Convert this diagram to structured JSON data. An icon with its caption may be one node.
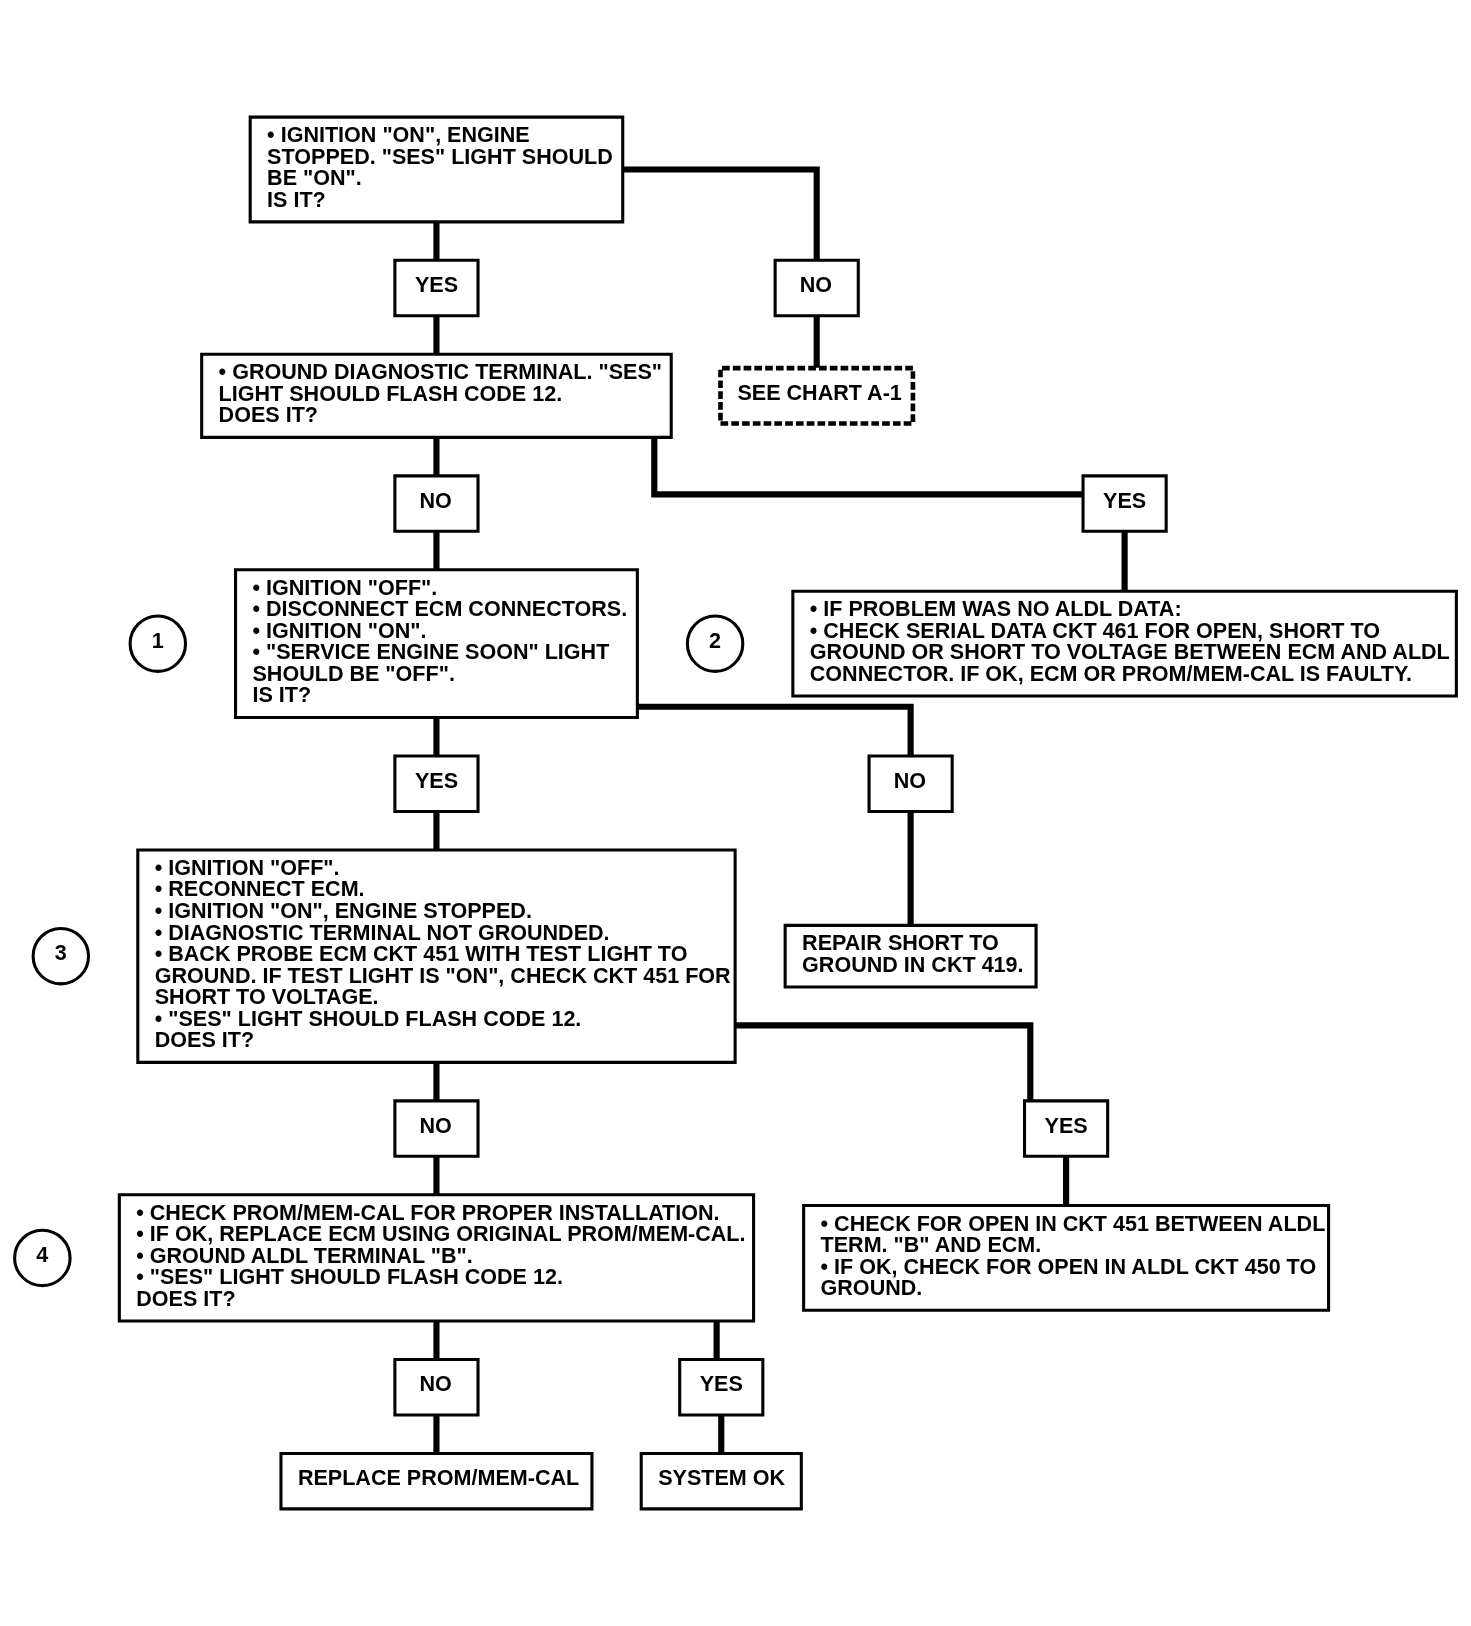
{
  "diagram": {
    "nodes": [
      {
        "text": [
          "• IGNITION \"ON\", ENGINE STOPPED. \"SES\" LIGHT SHOULD BE \"ON\".",
          "IS IT?"
        ]
      },
      {
        "text": [
          "YES"
        ]
      },
      {
        "text": [
          "NO"
        ]
      },
      {
        "text": [
          "• GROUND DIAGNOSTIC TERMINAL. \"SES\" LIGHT SHOULD FLASH CODE 12.",
          "DOES IT?"
        ]
      },
      {
        "text": [
          "SEE CHART A-1"
        ]
      },
      {
        "text": [
          "NO"
        ]
      },
      {
        "text": [
          "YES"
        ]
      },
      {
        "text": [
          "1"
        ]
      },
      {
        "text": [
          "• IGNITION \"OFF\".",
          "• DISCONNECT ECM CONNECTORS.",
          "• IGNITION \"ON\".",
          "• \"SERVICE ENGINE SOON\" LIGHT SHOULD BE \"OFF\".",
          "IS IT?"
        ]
      },
      {
        "text": [
          "2"
        ]
      },
      {
        "text": [
          "• IF PROBLEM WAS NO ALDL DATA:",
          "• CHECK SERIAL DATA CKT 461 FOR OPEN, SHORT TO GROUND OR SHORT TO VOLTAGE BETWEEN ECM AND ALDL CONNECTOR. IF OK, ECM OR PROM/MEM-CAL IS FAULTY."
        ]
      },
      {
        "text": [
          "YES"
        ]
      },
      {
        "text": [
          "NO"
        ]
      },
      {
        "text": [
          "3"
        ]
      },
      {
        "text": [
          "• IGNITION \"OFF\".",
          "• RECONNECT ECM.",
          "• IGNITION \"ON\", ENGINE STOPPED.",
          "• DIAGNOSTIC TERMINAL NOT GROUNDED.",
          "• BACK PROBE ECM CKT 451 WITH TEST LIGHT TO GROUND. IF TEST LIGHT IS \"ON\", CHECK CKT 451 FOR SHORT TO VOLTAGE.",
          "• \"SES\" LIGHT SHOULD FLASH CODE 12.",
          "DOES IT?"
        ]
      },
      {
        "text": [
          "REPAIR SHORT TO GROUND IN CKT 419."
        ]
      },
      {
        "text": [
          "NO"
        ]
      },
      {
        "text": [
          "YES"
        ]
      },
      {
        "text": [
          "4"
        ]
      },
      {
        "text": [
          "• CHECK PROM/MEM-CAL FOR PROPER INSTALLATION.",
          "• IF OK, REPLACE ECM USING ORIGINAL PROM/MEM-CAL.",
          "• GROUND ALDL TERMINAL \"B\".",
          "• \"SES\" LIGHT SHOULD FLASH CODE 12.",
          "DOES IT?"
        ]
      },
      {
        "text": [
          "• CHECK FOR OPEN IN CKT 451 BETWEEN ALDL TERM. \"B\" AND ECM.",
          "• IF OK, CHECK FOR OPEN IN ALDL CKT 450 TO GROUND."
        ]
      },
      {
        "text": [
          "NO"
        ]
      },
      {
        "text": [
          "YES"
        ]
      },
      {
        "text": [
          "REPLACE PROM/MEM-CAL"
        ]
      },
      {
        "text": [
          "SYSTEM OK"
        ]
      }
    ],
    "edges": [
      {
        "from": 0,
        "to": 1,
        "arrow": "none"
      },
      {
        "from": 1,
        "to": 3,
        "arrow": "none"
      },
      {
        "from": 0,
        "to": 2,
        "arrow": "none"
      },
      {
        "from": 2,
        "to": 4,
        "arrow": "none"
      },
      {
        "from": 3,
        "to": 5,
        "arrow": "none"
      },
      {
        "from": 5,
        "to": 8,
        "arrow": "none"
      },
      {
        "from": 3,
        "to": 6,
        "arrow": "none"
      },
      {
        "from": 6,
        "to": 10,
        "arrow": "none"
      },
      {
        "from": 8,
        "to": 11,
        "arrow": "none"
      },
      {
        "from": 11,
        "to": 14,
        "arrow": "none"
      },
      {
        "from": 8,
        "to": 12,
        "arrow": "none"
      },
      {
        "from": 12,
        "to": 15,
        "arrow": "none"
      },
      {
        "from": 14,
        "to": 16,
        "arrow": "none"
      },
      {
        "from": 16,
        "to": 19,
        "arrow": "none"
      },
      {
        "from": 14,
        "to": 17,
        "arrow": "none"
      },
      {
        "from": 17,
        "to": 20,
        "arrow": "none"
      },
      {
        "from": 19,
        "to": 21,
        "arrow": "none"
      },
      {
        "from": 21,
        "to": 23,
        "arrow": "none"
      },
      {
        "from": 19,
        "to": 22,
        "arrow": "none"
      },
      {
        "from": 22,
        "to": 24,
        "arrow": "none"
      }
    ]
  }
}
